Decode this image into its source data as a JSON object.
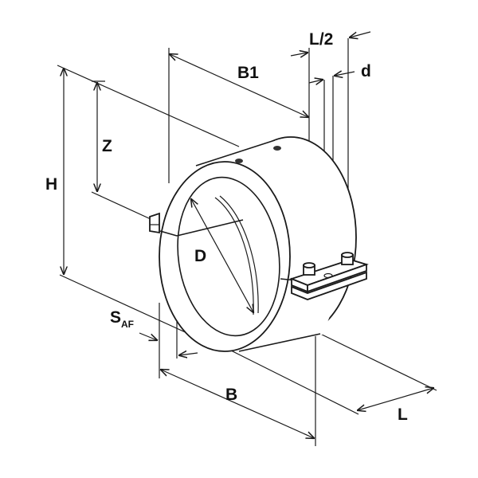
{
  "labels": {
    "h": "H",
    "z": "Z",
    "b1": "B1",
    "l_half": "L/2",
    "d_small": "d",
    "d_large": "D",
    "s": "S",
    "s_sub": "AF",
    "b": "B",
    "l": "L"
  }
}
